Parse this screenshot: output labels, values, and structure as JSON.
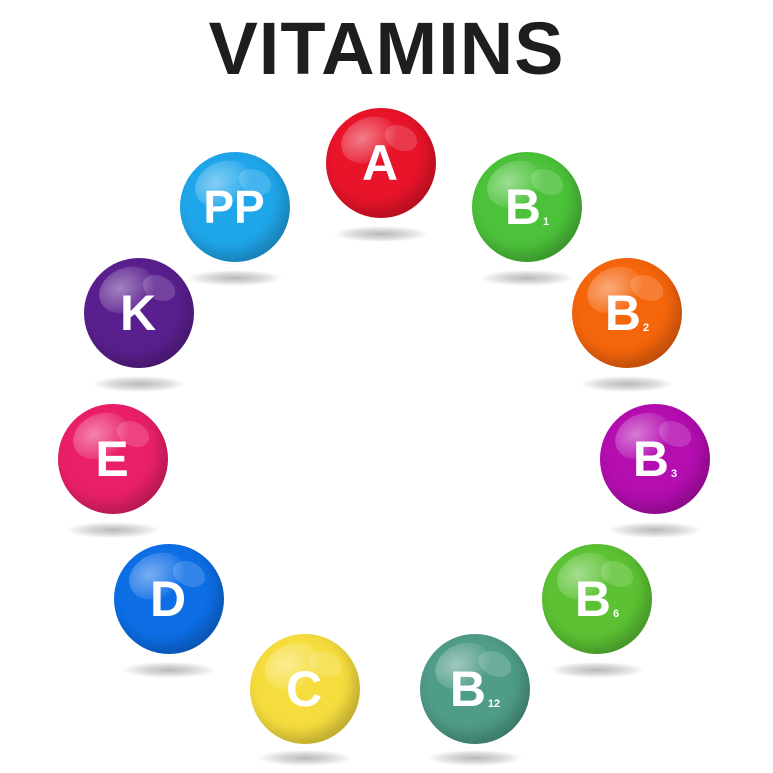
{
  "title": "VITAMINS",
  "vitamins": [
    {
      "id": "a",
      "letter": "A",
      "sub": "",
      "color": "#e8142a"
    },
    {
      "id": "b1",
      "letter": "B",
      "sub": "1",
      "color": "#4cc23a"
    },
    {
      "id": "b2",
      "letter": "B",
      "sub": "2",
      "color": "#f5650c"
    },
    {
      "id": "b3",
      "letter": "B",
      "sub": "3",
      "color": "#b40db0"
    },
    {
      "id": "b6",
      "letter": "B",
      "sub": "6",
      "color": "#5cc233"
    },
    {
      "id": "b12",
      "letter": "B",
      "sub": "12",
      "color": "#4f9c88"
    },
    {
      "id": "c",
      "letter": "C",
      "sub": "",
      "color": "#f6dd3e"
    },
    {
      "id": "d",
      "letter": "D",
      "sub": "",
      "color": "#0d6ee6"
    },
    {
      "id": "e",
      "letter": "E",
      "sub": "",
      "color": "#ea1f6a"
    },
    {
      "id": "k",
      "letter": "K",
      "sub": "",
      "color": "#5a1f8e"
    },
    {
      "id": "pp",
      "letter": "PP",
      "sub": "",
      "color": "#1fa6ea"
    }
  ]
}
